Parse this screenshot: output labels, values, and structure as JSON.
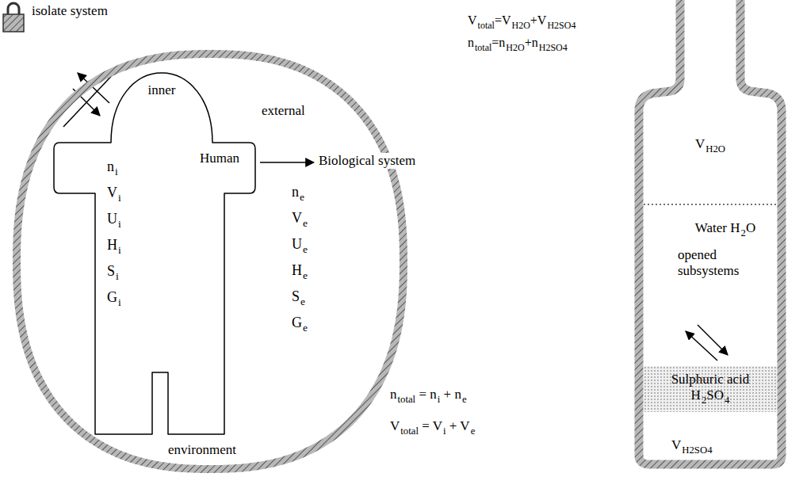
{
  "diagram": {
    "nodes": [
      {
        "text": [
          "external",
          "ne",
          "Ve",
          "Ue",
          "He",
          "Se",
          "Ge",
          "environment"
        ]
      },
      {
        "text": [
          "inner",
          "Human",
          "ni",
          "Vi",
          "Ui",
          "Hi",
          "Si",
          "Gi"
        ],
        "in": 0
      },
      {
        "text": [
          "VH2O",
          "Water H2O",
          "opened subsystems"
        ]
      },
      {
        "text": [
          "Sulphuric acid H2SO4"
        ],
        "in": 2
      }
    ],
    "labels": [
      "isolate system",
      "Vtotal=VH2O+VH2SO4",
      "ntotal=nH2O+nH2SO4",
      "Biological system",
      "ntotal = ni + ne",
      "Vtotal = Vi + Ve",
      "VH2SO4"
    ]
  }
}
